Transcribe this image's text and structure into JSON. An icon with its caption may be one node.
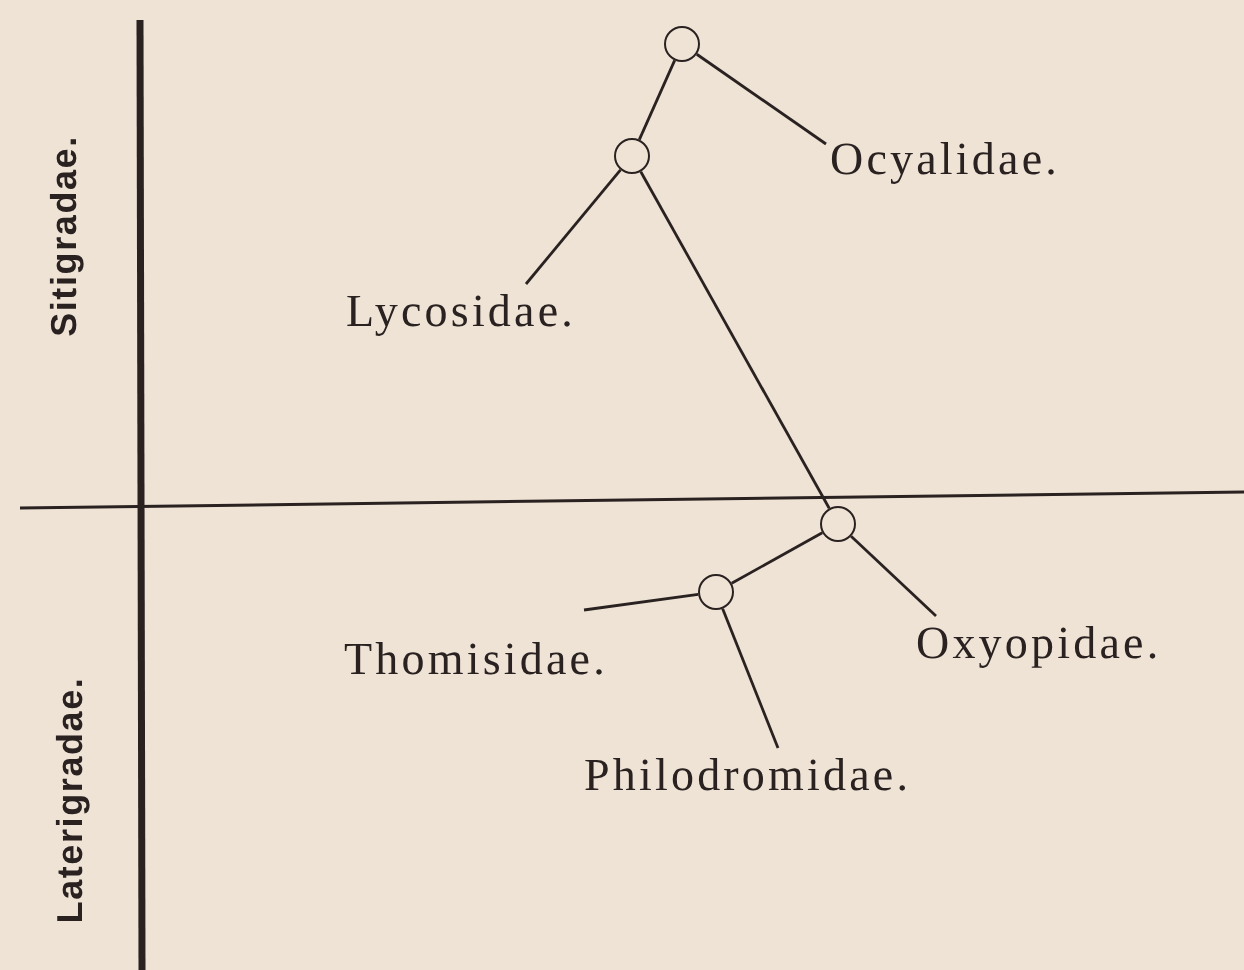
{
  "diagram": {
    "nodes": [
      {
        "text": [],
        "shape": "circle"
      },
      {
        "text": [
          "Ocyalidae."
        ]
      },
      {
        "text": [],
        "shape": "circle"
      },
      {
        "text": [
          "Lycosidae."
        ]
      },
      {
        "text": [],
        "shape": "circle"
      },
      {
        "text": [],
        "shape": "circle"
      },
      {
        "text": [
          "Oxyopidae."
        ]
      },
      {
        "text": [
          "Thomisidae."
        ]
      },
      {
        "text": [
          "Philodromidae."
        ]
      }
    ],
    "edges": [
      {
        "from": 0,
        "to": 1,
        "arrow": "none"
      },
      {
        "from": 0,
        "to": 2,
        "arrow": "none"
      },
      {
        "from": 2,
        "to": 3,
        "arrow": "none"
      },
      {
        "from": 2,
        "to": 4,
        "arrow": "none"
      },
      {
        "from": 4,
        "to": 6,
        "arrow": "none"
      },
      {
        "from": 4,
        "to": 5,
        "arrow": "none"
      },
      {
        "from": 5,
        "to": 7,
        "arrow": "none"
      },
      {
        "from": 5,
        "to": 8,
        "arrow": "none"
      }
    ],
    "labels": [
      "Sitigradae.",
      "Laterigradae."
    ]
  }
}
